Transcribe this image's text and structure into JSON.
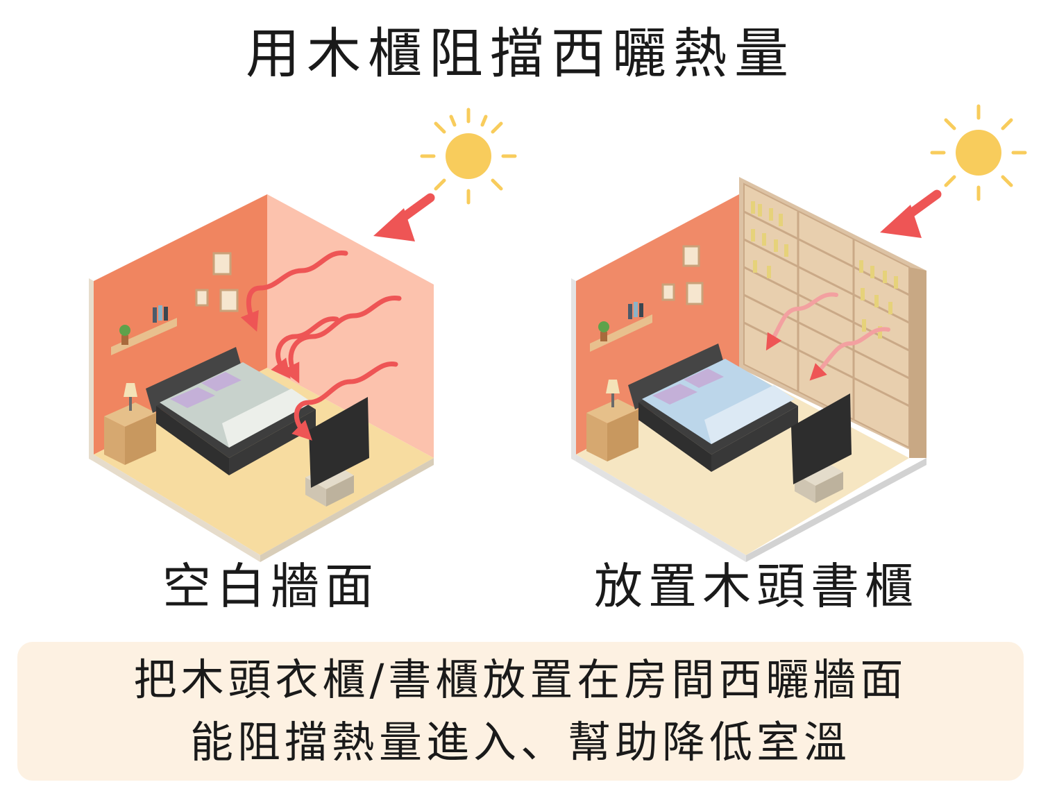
{
  "title": "用木櫃阻擋西曬熱量",
  "left_panel": {
    "caption": "空白牆面"
  },
  "right_panel": {
    "caption": "放置木頭書櫃"
  },
  "note": {
    "line1": "把木頭衣櫃/書櫃放置在房間西曬牆面",
    "line2": "能阻擋熱量進入、幫助降低室溫"
  },
  "colors": {
    "sun": "#f8cc5c",
    "heat_arrow": "#ee5555",
    "wall_left": "#f08560",
    "wall_right_hot": "#fcc2ad",
    "floor": "#f7dca0",
    "bookshelf": "#d9b48f",
    "note_bg": "#fdf1e2"
  },
  "icons": [
    "sun-icon",
    "heat-arrow-icon",
    "heat-wave-icon",
    "bed-icon",
    "tv-icon",
    "nightstand-icon",
    "lamp-icon",
    "plant-icon",
    "bookshelf-icon",
    "picture-frame-icon"
  ]
}
